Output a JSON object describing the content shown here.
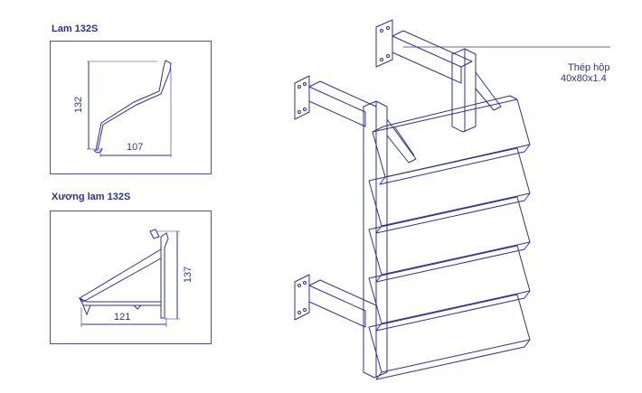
{
  "colors": {
    "ink": "#2e3192",
    "background": "#ffffff"
  },
  "profile_a": {
    "title": "Lam 132S",
    "dim_height": "132",
    "dim_width": "107"
  },
  "profile_b": {
    "title": "Xương lam 132S",
    "dim_height": "137",
    "dim_width": "121"
  },
  "assembly": {
    "callout_line1": "Thép hộp",
    "callout_line2": "40x80x1.4"
  }
}
